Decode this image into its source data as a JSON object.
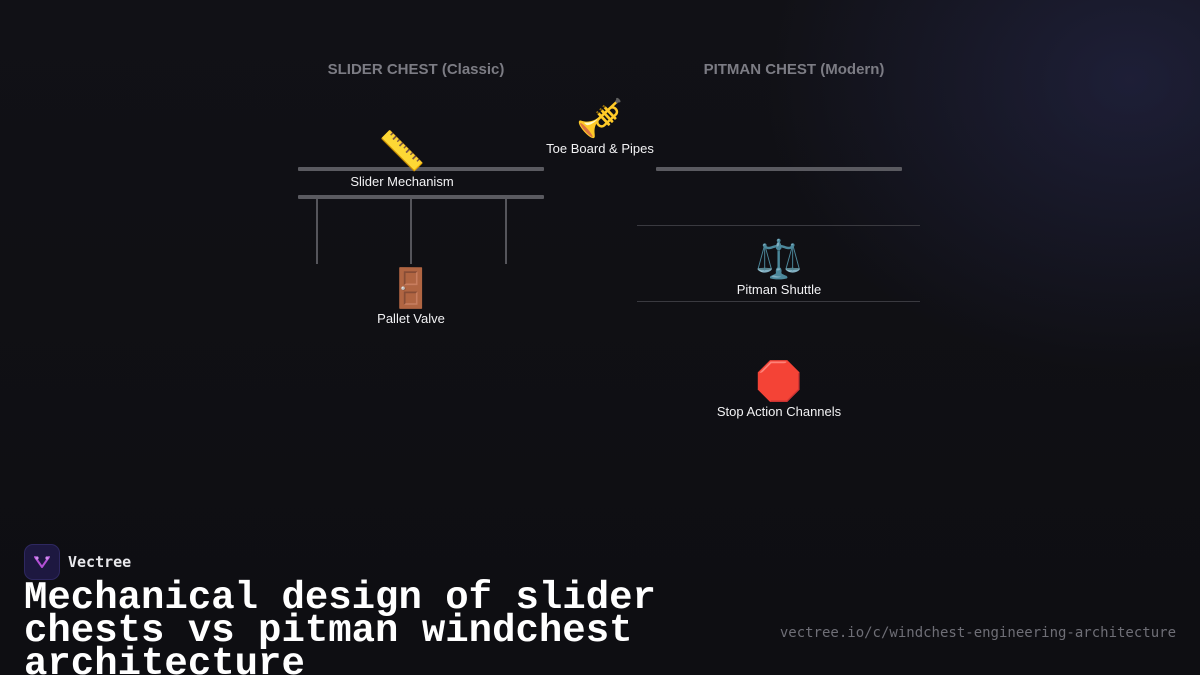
{
  "diagram": {
    "columns": {
      "slider": {
        "heading": "SLIDER CHEST (Classic)"
      },
      "pitman": {
        "heading": "PITMAN CHEST (Modern)"
      }
    },
    "nodes": {
      "toe_board": {
        "emoji": "🎺",
        "label": "Toe Board & Pipes"
      },
      "slider_mechanism": {
        "emoji": "📏",
        "label": "Slider Mechanism"
      },
      "pallet_valve": {
        "emoji": "🚪",
        "label": "Pallet Valve"
      },
      "pitman_shuttle": {
        "emoji": "⚖️",
        "label": "Pitman Shuttle"
      },
      "stop_action": {
        "emoji": "🛑",
        "label": "Stop Action Channels"
      }
    }
  },
  "footer": {
    "brand_name": "Vectree",
    "title": "Mechanical design of slider chests vs pitman windchest architecture",
    "url": "vectree.io/c/windchest-engineering-architecture"
  },
  "colors": {
    "background": "#0f0f13",
    "bar": "#5a5a60",
    "heading": "#7c7c84",
    "brand_logo": "#1d1840",
    "logo_accent": "#b34fd6"
  }
}
